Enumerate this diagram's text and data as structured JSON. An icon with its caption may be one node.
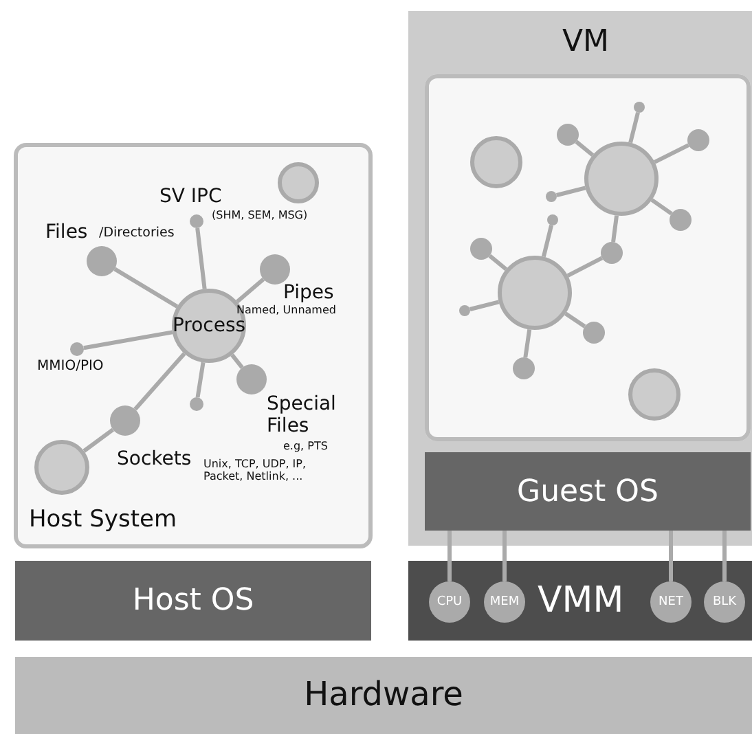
{
  "diagram": {
    "nodes": [
      {
        "text": [
          "Host System"
        ]
      },
      {
        "text": [
          "Process"
        ],
        "in": 0
      },
      {
        "text": [],
        "shape": "circle",
        "in": 0,
        "beside": [
          "Files",
          "/Directories"
        ]
      },
      {
        "text": [],
        "shape": "circle",
        "in": 0,
        "beside": [
          "SV IPC",
          "(SHM, SEM, MSG)"
        ]
      },
      {
        "text": [],
        "shape": "circle",
        "in": 0,
        "beside": [
          "Pipes",
          "Named, Unnamed"
        ]
      },
      {
        "text": [],
        "shape": "circle",
        "in": 0,
        "beside": [
          "MMIO/PIO"
        ]
      },
      {
        "text": [],
        "shape": "circle",
        "in": 0,
        "beside": [
          "Special Files",
          "e.g, PTS"
        ]
      },
      {
        "text": [],
        "shape": "circle",
        "in": 0
      },
      {
        "text": [],
        "shape": "circle",
        "in": 0,
        "beside": [
          "Sockets",
          "Unix, TCP, UDP, IP, Packet, Netlink, ..."
        ]
      },
      {
        "text": [],
        "shape": "circle",
        "in": 0
      },
      {
        "text": [],
        "shape": "circle",
        "in": 0
      },
      {
        "text": [
          "VM"
        ]
      },
      {
        "text": [],
        "shape": "box",
        "in": 11
      },
      {
        "text": [],
        "shape": "circle",
        "in": 12
      },
      {
        "text": [],
        "shape": "circle",
        "in": 12
      },
      {
        "text": [],
        "shape": "circle",
        "in": 12
      },
      {
        "text": [],
        "shape": "circle",
        "in": 12
      },
      {
        "text": [],
        "shape": "circle",
        "in": 12
      },
      {
        "text": [],
        "shape": "circle",
        "in": 12
      },
      {
        "text": [],
        "shape": "circle",
        "in": 12
      },
      {
        "text": [],
        "shape": "circle",
        "in": 12
      },
      {
        "text": [],
        "shape": "circle",
        "in": 12
      },
      {
        "text": [],
        "shape": "circle",
        "in": 12
      },
      {
        "text": [],
        "shape": "circle",
        "in": 12
      },
      {
        "text": [],
        "shape": "circle",
        "in": 12
      },
      {
        "text": [],
        "shape": "circle",
        "in": 12
      },
      {
        "text": [],
        "shape": "circle",
        "in": 12
      },
      {
        "text": [],
        "shape": "circle",
        "in": 12
      },
      {
        "text": [
          "Guest OS"
        ],
        "in": 11
      },
      {
        "text": [
          "Host OS"
        ]
      },
      {
        "text": [
          "VMM"
        ]
      },
      {
        "text": [
          "CPU"
        ],
        "in": 30
      },
      {
        "text": [
          "MEM"
        ],
        "in": 30
      },
      {
        "text": [
          "NET"
        ],
        "in": 30
      },
      {
        "text": [
          "BLK"
        ],
        "in": 30
      },
      {
        "text": [
          "Hardware"
        ]
      }
    ],
    "edges": [
      {
        "from": 1,
        "to": 2,
        "arrow": "none"
      },
      {
        "from": 1,
        "to": 3,
        "arrow": "none"
      },
      {
        "from": 1,
        "to": 4,
        "arrow": "none"
      },
      {
        "from": 1,
        "to": 5,
        "arrow": "none"
      },
      {
        "from": 1,
        "to": 6,
        "arrow": "none"
      },
      {
        "from": 1,
        "to": 7,
        "arrow": "none"
      },
      {
        "from": 1,
        "to": 8,
        "arrow": "none"
      },
      {
        "from": 8,
        "to": 9,
        "arrow": "none"
      },
      {
        "from": 14,
        "to": 15,
        "arrow": "none"
      },
      {
        "from": 14,
        "to": 16,
        "arrow": "none"
      },
      {
        "from": 14,
        "to": 17,
        "arrow": "none"
      },
      {
        "from": 14,
        "to": 18,
        "arrow": "none"
      },
      {
        "from": 14,
        "to": 19,
        "arrow": "none"
      },
      {
        "from": 14,
        "to": 20,
        "arrow": "none"
      },
      {
        "from": 21,
        "to": 20,
        "arrow": "none"
      },
      {
        "from": 21,
        "to": 22,
        "arrow": "none"
      },
      {
        "from": 21,
        "to": 23,
        "arrow": "none"
      },
      {
        "from": 21,
        "to": 24,
        "arrow": "none"
      },
      {
        "from": 21,
        "to": 25,
        "arrow": "none"
      },
      {
        "from": 21,
        "to": 26,
        "arrow": "none"
      },
      {
        "from": 28,
        "to": 31,
        "arrow": "none"
      },
      {
        "from": 28,
        "to": 32,
        "arrow": "none"
      },
      {
        "from": 28,
        "to": 33,
        "arrow": "none"
      },
      {
        "from": 28,
        "to": 34,
        "arrow": "none"
      }
    ]
  }
}
